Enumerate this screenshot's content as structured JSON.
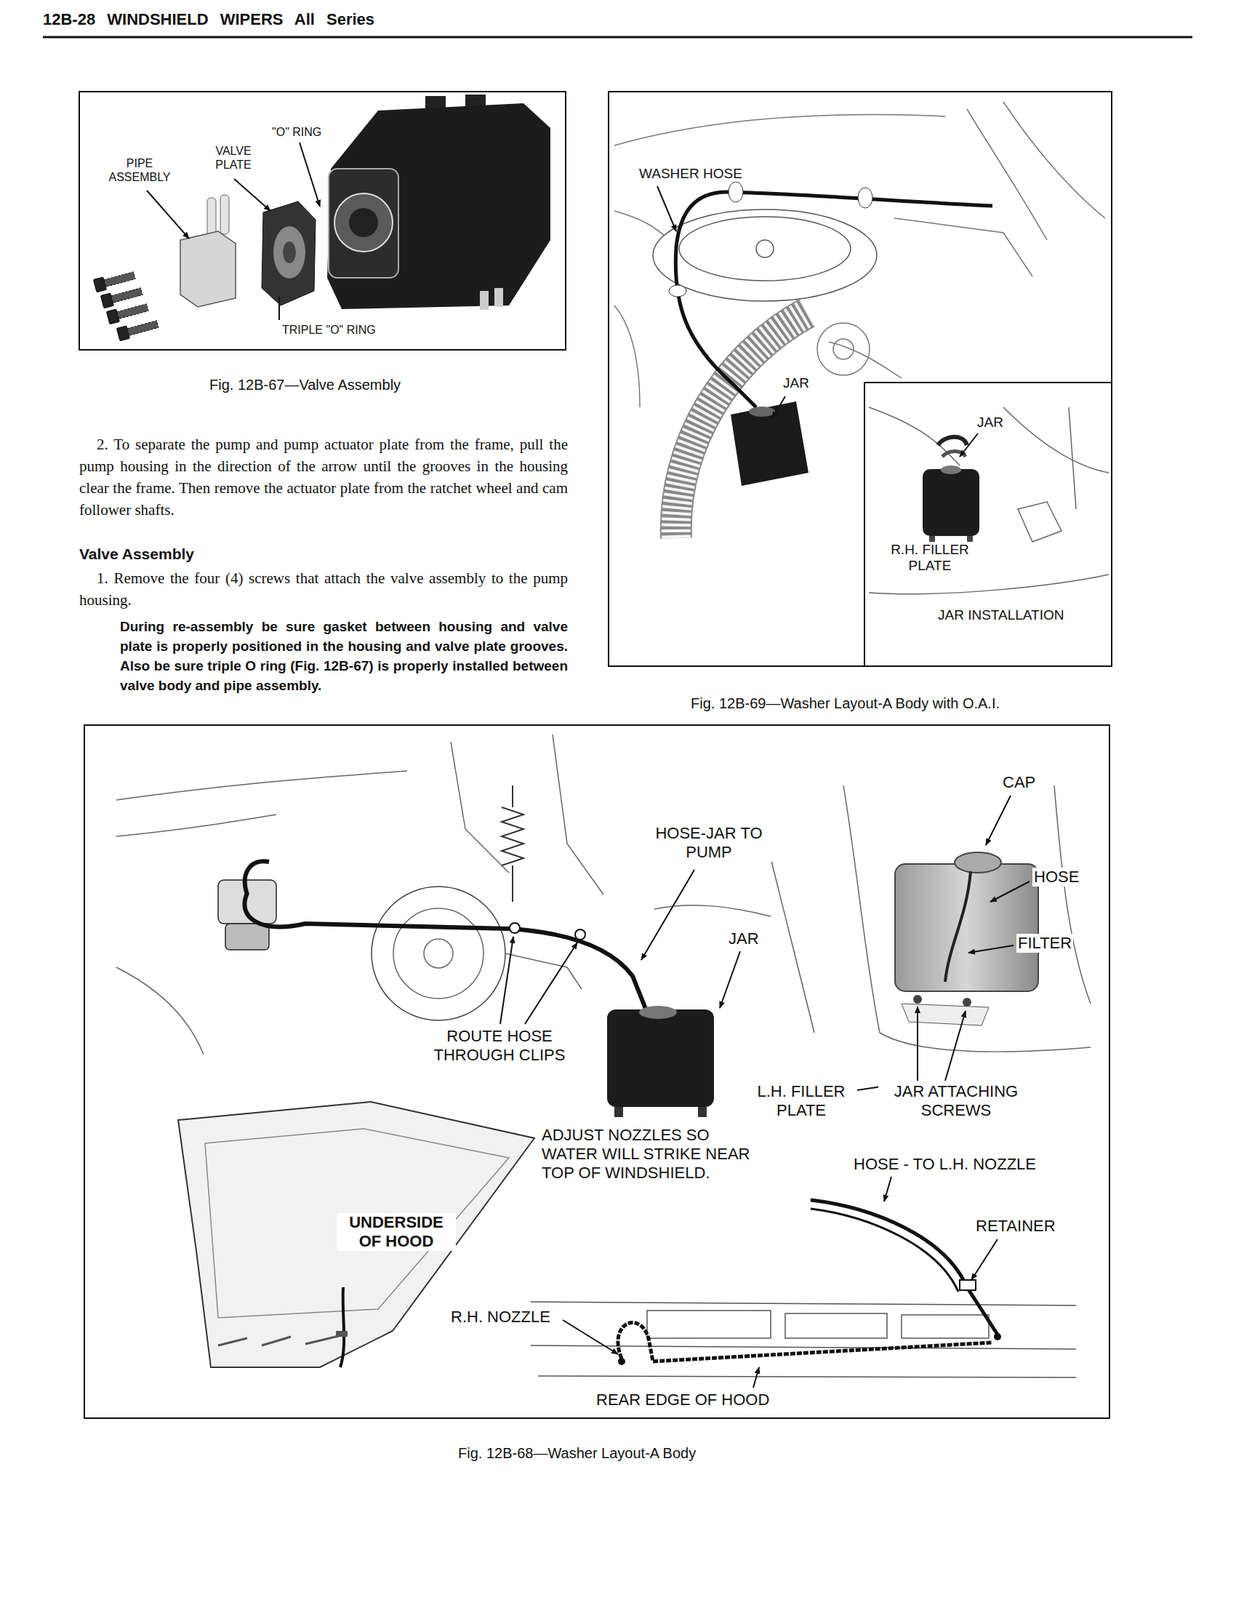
{
  "diagram": {
    "title": "12B-28 WINDSHIELD WIPERS All Series",
    "labels": [
      "2. To separate the pump and pump actuator plate from the frame, pull the pump housing in the direction of the arrow until the grooves in the housing clear the frame. Then remove the actuator plate from the ratchet wheel and cam follower shafts.",
      "Valve Assembly",
      "1. Remove the four (4) screws that attach the valve assembly to the pump housing.",
      "During re-assembly be sure gasket between housing and valve plate is properly positioned in the housing and valve plate grooves. Also be sure triple O ring (Fig. 12B-67) is properly installed between valve body and pipe assembly.",
      "\"O\" RING",
      "VALVE PLATE",
      "PIPE ASSEMBLY",
      "TRIPLE \"O\" RING",
      "Fig. 12B-67—Valve Assembly",
      "WASHER HOSE",
      "JAR",
      "JAR",
      "R.H. FILLER PLATE",
      "JAR INSTALLATION",
      "Fig. 12B-69—Washer Layout-A Body with O.A.I.",
      "CAP",
      "HOSE-JAR TO PUMP",
      "JAR",
      "HOSE",
      "FILTER",
      "ROUTE HOSE THROUGH CLIPS",
      "L.H. FILLER PLATE",
      "JAR ATTACHING SCREWS",
      "ADJUST NOZZLES SO WATER WILL STRIKE NEAR TOP OF WINDSHIELD.",
      "UNDERSIDE OF HOOD",
      "HOSE - TO L.H. NOZZLE",
      "RETAINER",
      "R.H. NOZZLE",
      "REAR EDGE OF HOOD",
      "Fig. 12B-68—Washer Layout-A Body"
    ]
  }
}
